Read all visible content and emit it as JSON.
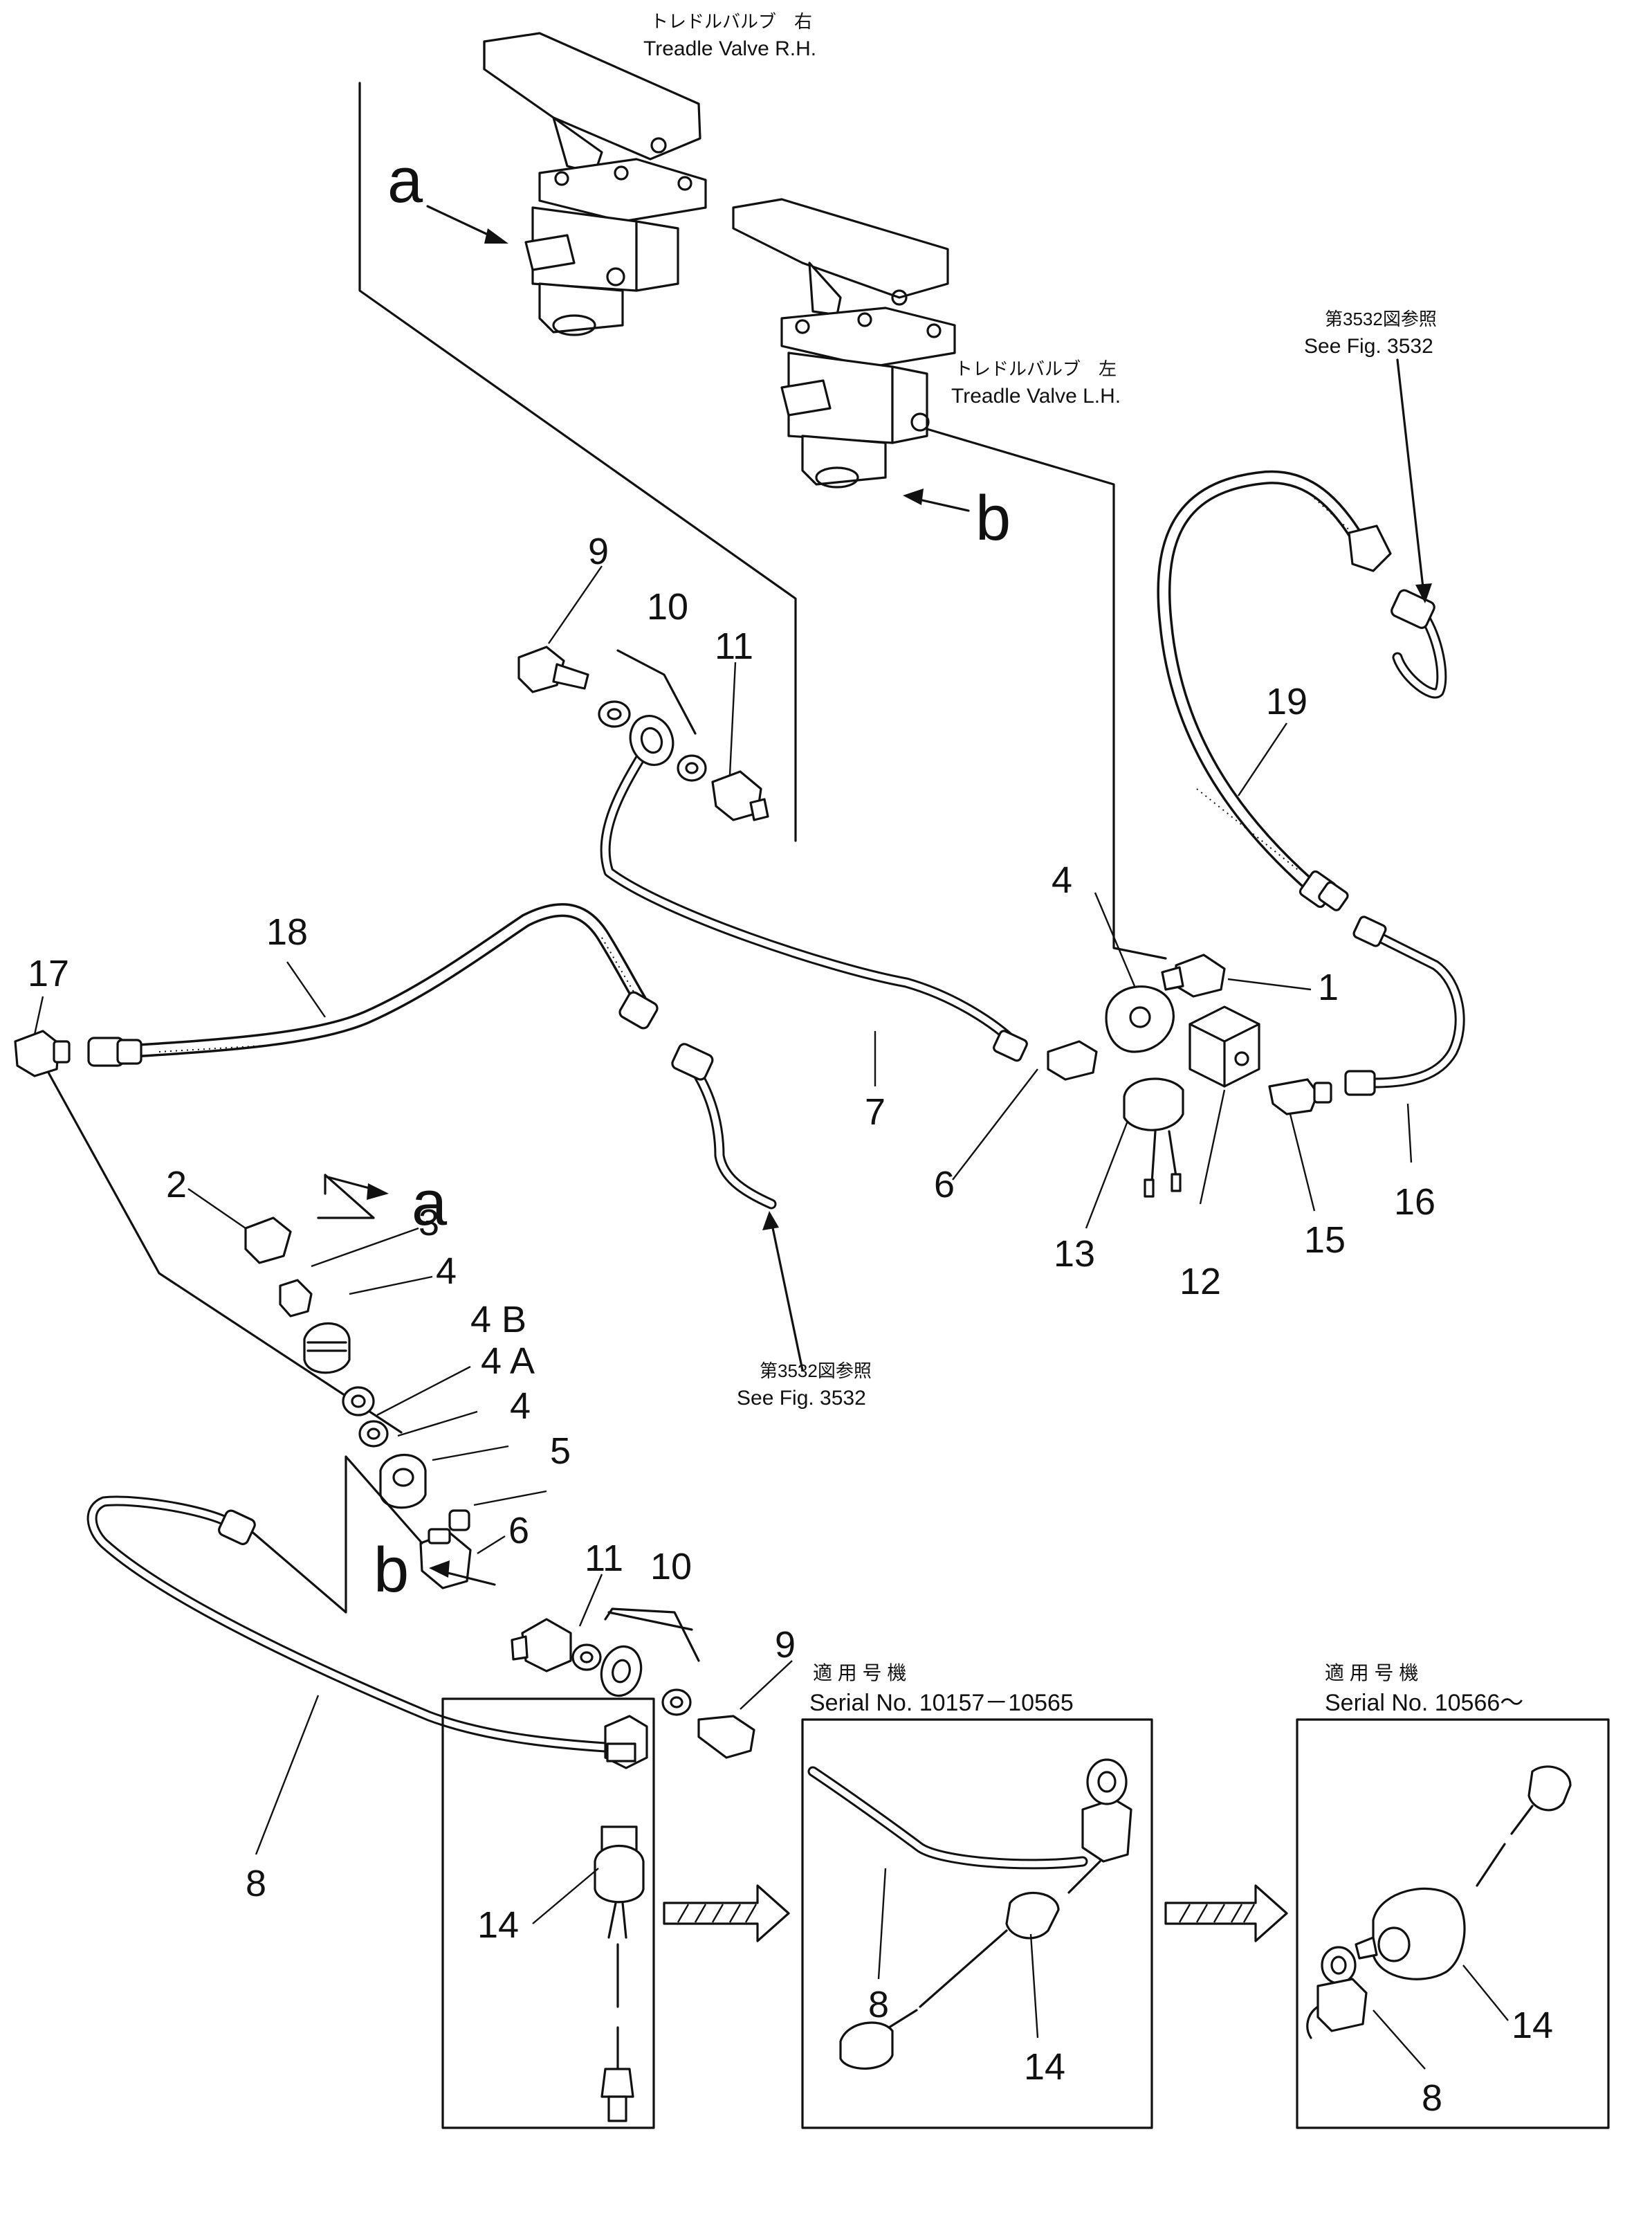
{
  "valves": {
    "right": {
      "jp": "トレドルバルブ　右",
      "en": "Treadle Valve R.H."
    },
    "left": {
      "jp": "トレドルバルブ　左",
      "en": "Treadle Valve L.H."
    }
  },
  "references": {
    "upper_right": {
      "jp": "第3532図参照",
      "en": "See Fig. 3532"
    },
    "center": {
      "jp": "第3532図参照",
      "en": "See Fig. 3532"
    }
  },
  "view_markers": {
    "a": "a",
    "b": "b"
  },
  "serial_panels": {
    "middle": {
      "jp": "適 用 号 機",
      "en": "Serial No. 10157－10565"
    },
    "right": {
      "jp": "適 用 号 機",
      "en": "Serial No. 10566～"
    }
  },
  "callouts": {
    "n1": "1",
    "n2": "2",
    "n3": "3",
    "n4": "4",
    "n4A": "4 A",
    "n4B": "4 B",
    "n5": "5",
    "n6": "6",
    "n7": "7",
    "n8": "8",
    "n9": "9",
    "n10": "10",
    "n11": "11",
    "n12": "12",
    "n13": "13",
    "n14": "14",
    "n15": "15",
    "n16": "16",
    "n17": "17",
    "n18": "18",
    "n19": "19"
  }
}
